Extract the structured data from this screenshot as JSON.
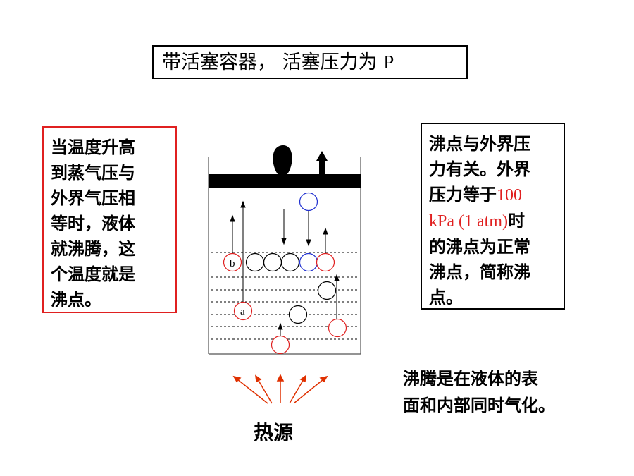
{
  "title": {
    "text": "带活塞容器， 活塞压力为",
    "p": "P"
  },
  "left_box": {
    "lines": [
      "当温度升高",
      "到蒸气压与",
      "外界气压相",
      "等时，液体",
      "就沸腾，这",
      "个温度就是",
      "沸点。"
    ]
  },
  "right_box": {
    "line1": "沸点与外界压",
    "line2": "力有关。外界",
    "line3_a": "压力等于",
    "line3_b": "100",
    "line4_a": "kPa (1 atm)",
    "line4_b": "时",
    "line5": "的沸点为正常",
    "line6": "沸点，简称沸",
    "line7": "点。"
  },
  "bottom_text": {
    "line1": "沸腾是在液体的表",
    "line2": "面和内部同时气化。"
  },
  "heat_source": "热源",
  "bubble_labels": {
    "a": "a",
    "b": "b"
  },
  "colors": {
    "red": "#e02020",
    "blue": "#2030d0",
    "black": "#000000"
  }
}
